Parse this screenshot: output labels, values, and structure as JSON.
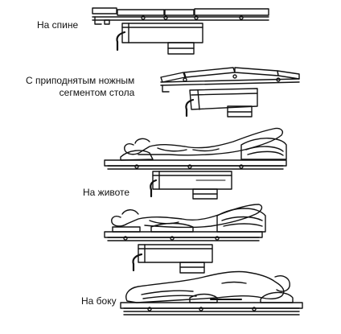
{
  "positions": [
    {
      "id": "supine",
      "lines": [
        "На спине"
      ]
    },
    {
      "id": "legs-raised",
      "lines": [
        "С приподнятым ножным",
        "сегментом стола"
      ]
    },
    {
      "id": "prone",
      "lines": [
        "На животе"
      ]
    },
    {
      "id": "lateral",
      "lines": [
        "На боку"
      ]
    }
  ],
  "colors": {
    "ink": "#111111",
    "background": "#ffffff"
  }
}
